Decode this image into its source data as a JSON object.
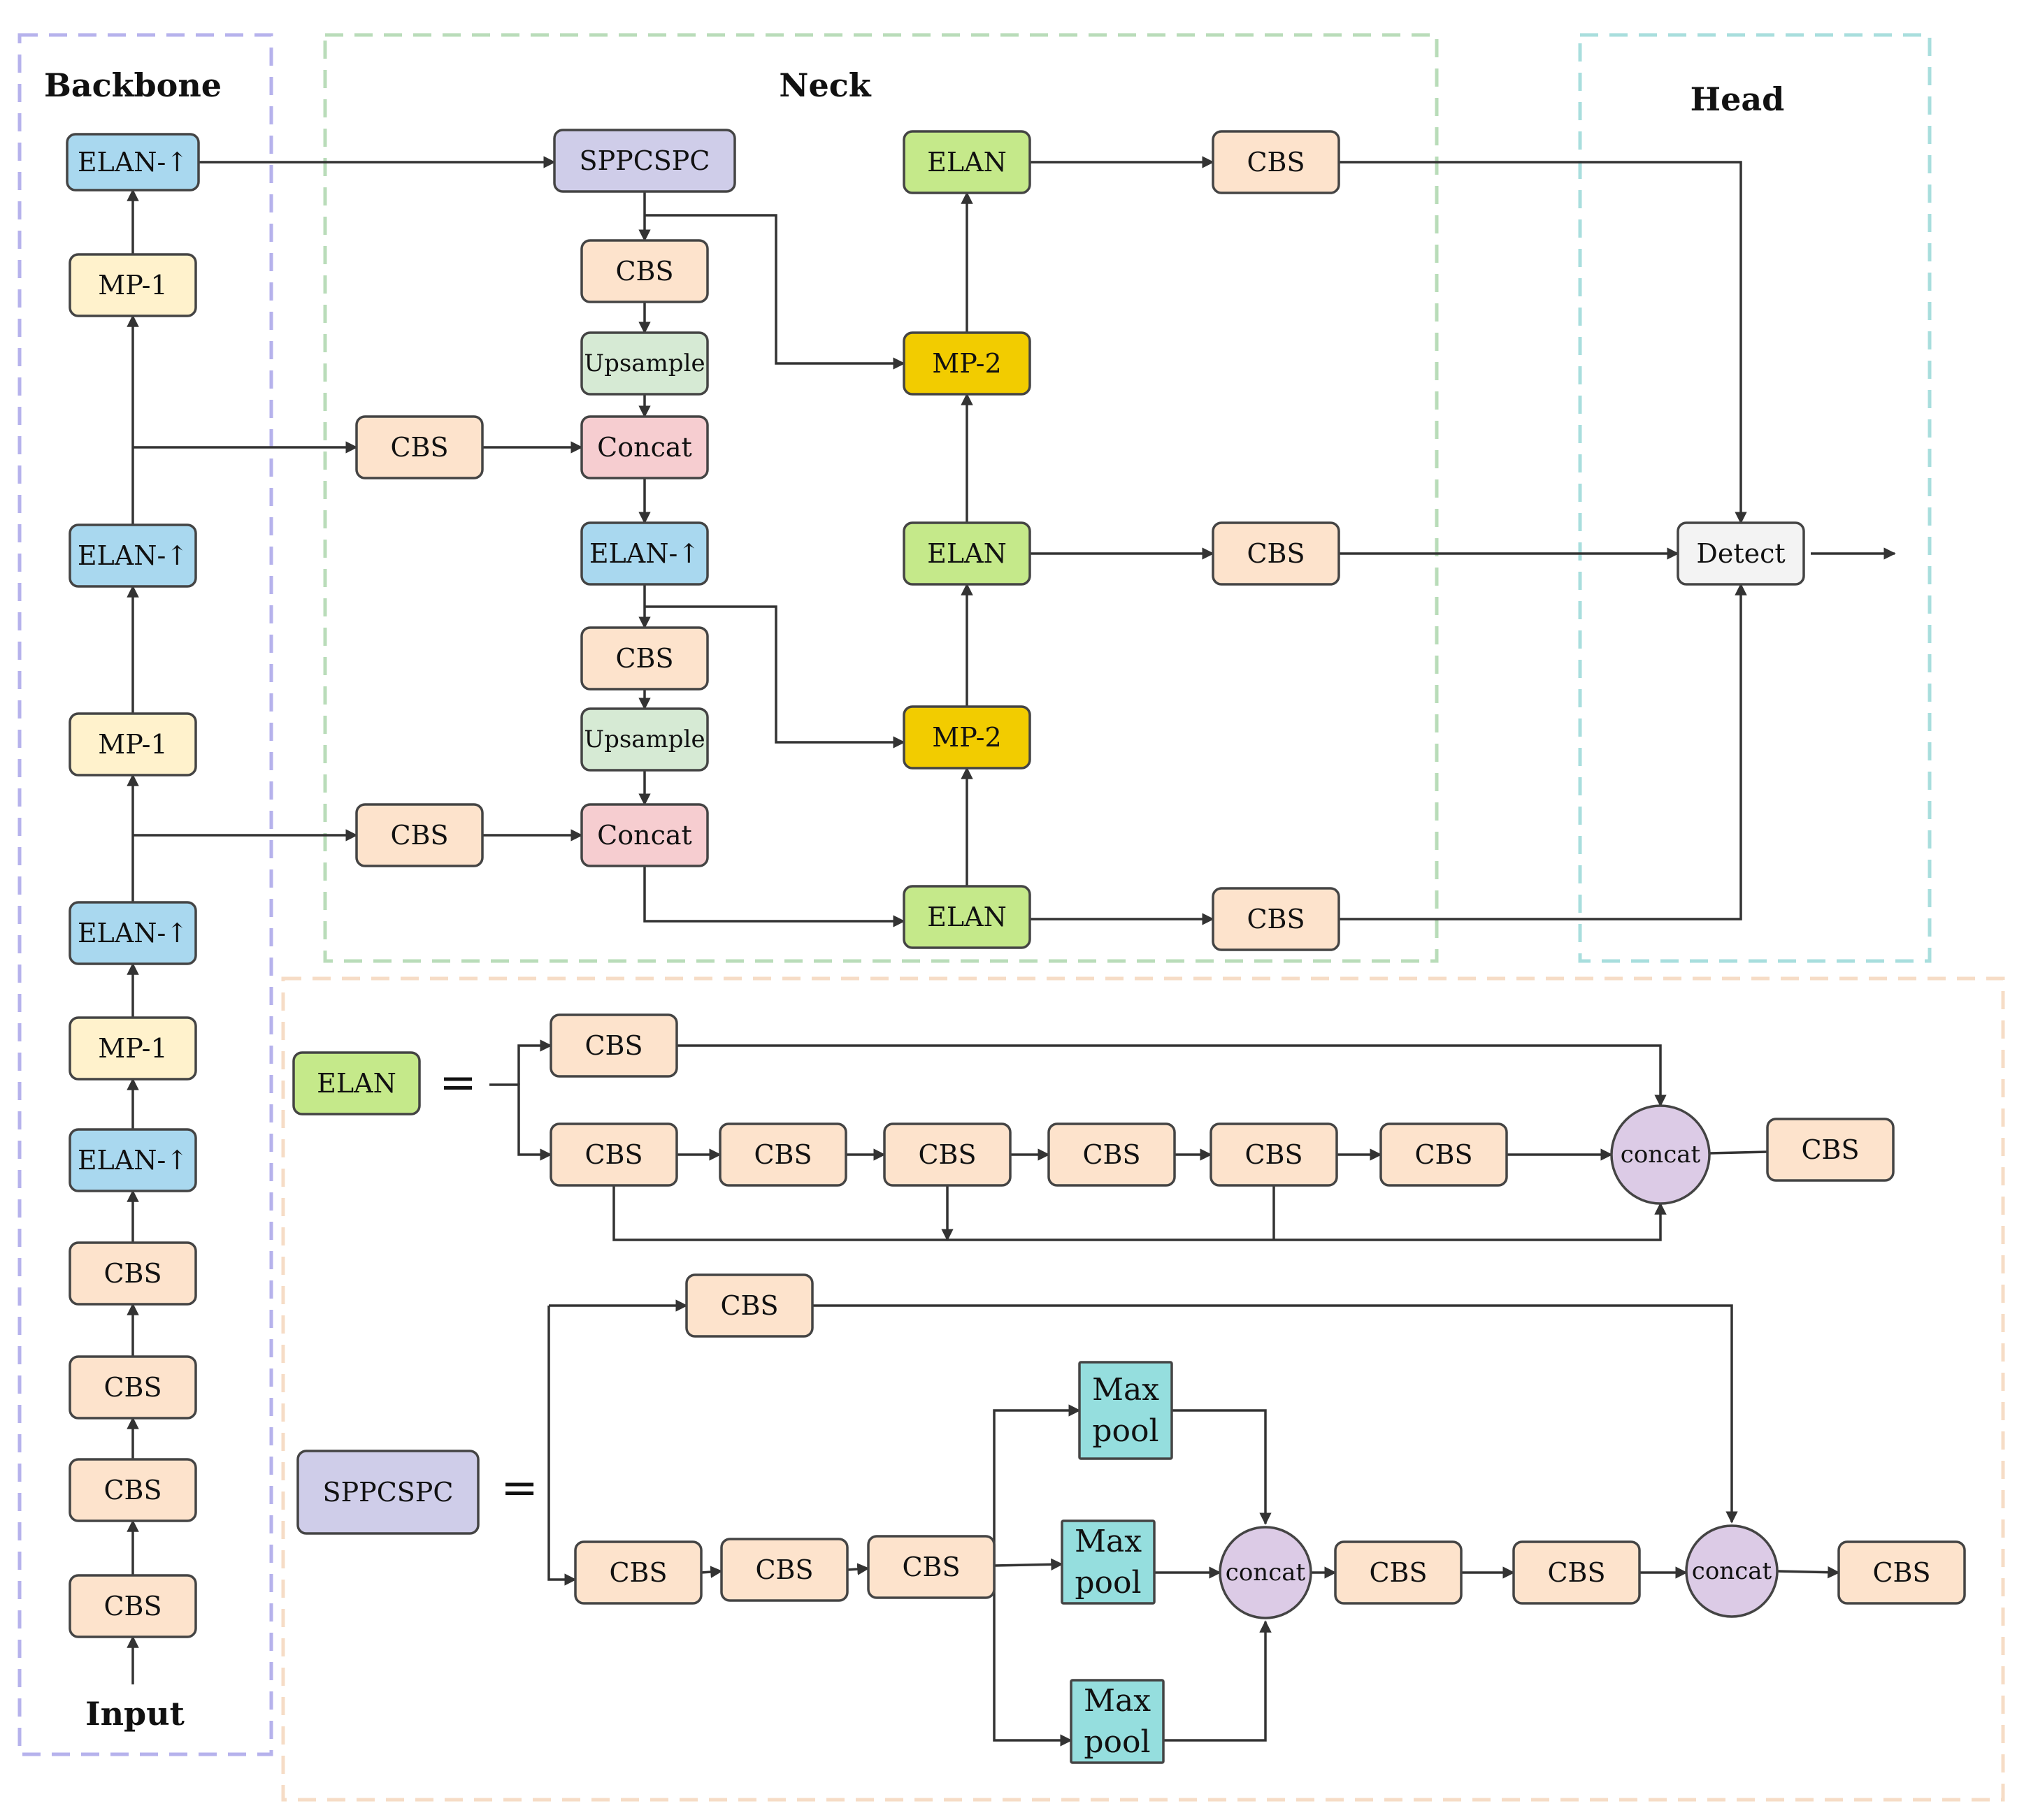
{
  "sections": {
    "backbone": "Backbone",
    "neck": "Neck",
    "head": "Head"
  },
  "labels": {
    "input": "Input",
    "eq1": "=",
    "eq2": "="
  },
  "colors": {
    "cbs": "#fde3cc",
    "elan_up": "#a9d8ef",
    "mp1": "#fff2cc",
    "elan": "#c5e98a",
    "mp2": "#f2cc00",
    "upsample": "#d6ead4",
    "concat": "#f6cdd0",
    "sppcspc": "#cfcde9",
    "detect": "#f3f3f3",
    "maxpool": "#95dede",
    "concat_circle": "#dccbe6",
    "frame_backbone": "#b6b2ec",
    "frame_neck": "#b9dcb9",
    "frame_head": "#a8dedd",
    "frame_detail": "#f6dcc6"
  },
  "nodes": {
    "bb_cbs1": "CBS",
    "bb_cbs2": "CBS",
    "bb_cbs3": "CBS",
    "bb_cbs4": "CBS",
    "bb_elan1": "ELAN-↑",
    "bb_mp1a": "MP-1",
    "bb_elan2": "ELAN-↑",
    "bb_mp1b": "MP-1",
    "bb_elan3": "ELAN-↑",
    "bb_mp1c": "MP-1",
    "bb_elan4": "ELAN-↑",
    "nk_sppcspc": "SPPCSPC",
    "nk_cbs1": "CBS",
    "nk_up1": "Upsample",
    "nk_cbs_side1": "CBS",
    "nk_concat1": "Concat",
    "nk_elanup": "ELAN-↑",
    "nk_cbs2": "CBS",
    "nk_up2": "Upsample",
    "nk_cbs_side2": "CBS",
    "nk_concat2": "Concat",
    "nk_elan_top": "ELAN",
    "nk_mp2_top": "MP-2",
    "nk_elan_mid": "ELAN",
    "nk_mp2_bot": "MP-2",
    "nk_elan_bot": "ELAN",
    "hd_cbs_top": "CBS",
    "hd_cbs_mid": "CBS",
    "hd_cbs_bot": "CBS",
    "hd_detect": "Detect",
    "el_label": "ELAN",
    "el_cbs_top": "CBS",
    "el_cbs1": "CBS",
    "el_cbs2": "CBS",
    "el_cbs3": "CBS",
    "el_cbs4": "CBS",
    "el_cbs5": "CBS",
    "el_cbs6": "CBS",
    "el_concat": "concat",
    "el_cbs_out": "CBS",
    "sp_label": "SPPCSPC",
    "sp_cbs_top": "CBS",
    "sp_cbs1": "CBS",
    "sp_cbs2": "CBS",
    "sp_cbs3": "CBS",
    "sp_mp1": "Max pool",
    "sp_mp2": "Max pool",
    "sp_mp3": "Max pool",
    "sp_concat1": "concat",
    "sp_cbs4": "CBS",
    "sp_cbs5": "CBS",
    "sp_concat2": "concat",
    "sp_cbs_out": "CBS"
  }
}
